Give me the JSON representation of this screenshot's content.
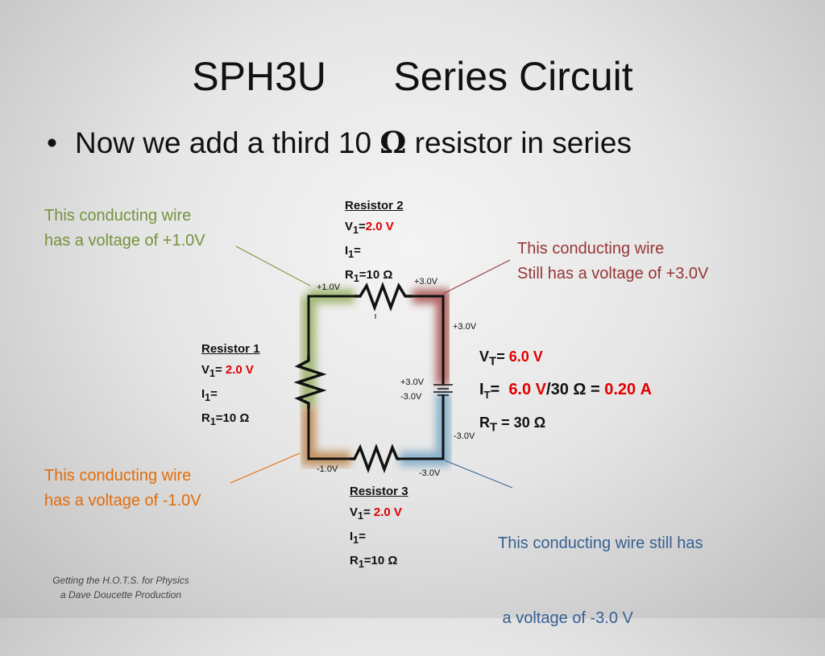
{
  "title": "SPH3U      Series Circuit",
  "bullet": {
    "before": "Now we add a third 10 ",
    "omega": "Ω",
    "after": " resistor in series"
  },
  "notes": {
    "top_left": [
      "This conducting wire",
      "has a voltage of +1.0V"
    ],
    "top_right": [
      "This conducting wire",
      "Still has a voltage of +3.0V"
    ],
    "bottom_left": [
      "This conducting wire",
      "has a voltage of -1.0V"
    ],
    "bottom_right": [
      "This conducting wire still has",
      " a voltage of -3.0 V"
    ]
  },
  "resistor2": {
    "heading": "Resistor 2",
    "v_label": "V",
    "v_sub": "1",
    "v_eq": "=",
    "v_val": "2.0 V",
    "i_label": "I",
    "i_sub": "1",
    "i_eq": "=",
    "r_label": "R",
    "r_sub": "1",
    "r_val": "=10 Ω"
  },
  "resistor1": {
    "heading": "Resistor 1",
    "v_label": "V",
    "v_sub": "1",
    "v_eq": "= ",
    "v_val": "2.0 V",
    "i_label": "I",
    "i_sub": "1",
    "i_eq": "=",
    "r_label": "R",
    "r_sub": "1",
    "r_val": "=10 Ω"
  },
  "resistor3": {
    "heading": "Resistor 3",
    "v_label": "V",
    "v_sub": "1",
    "v_eq": "= ",
    "v_val": "2.0 V",
    "i_label": "I",
    "i_sub": "1",
    "i_eq": "=",
    "r_label": "R",
    "r_sub": "1",
    "r_val": "=10 Ω"
  },
  "voltage_labels": {
    "top_left": "+1.0V",
    "top_right": "+3.0V",
    "right_upper": "+3.0V",
    "battery_pos": "+3.0V",
    "battery_neg": "-3.0V",
    "right_lower": "-3.0V",
    "bottom_left": "-1.0V",
    "bottom_right": "-3.0V"
  },
  "totals": {
    "vt_label": "V",
    "vt_sub": "T",
    "vt_eq": "= ",
    "vt_val": "6.0 V",
    "it_label": "I",
    "it_sub": "T",
    "it_eq": "=  ",
    "it_num": "6.0 V",
    "it_rest": "/30 Ω = ",
    "it_result": "0.20 A",
    "rt_label": "R",
    "rt_sub": "T",
    "rt_val": " = 30 Ω"
  },
  "credit": [
    "Getting the H.O.T.S. for Physics",
    "a Dave Doucette Production"
  ],
  "colors": {
    "green": "#76923c",
    "darkred": "#953735",
    "orange": "#e36c09",
    "blue": "#366092",
    "value_red": "#e00000"
  }
}
